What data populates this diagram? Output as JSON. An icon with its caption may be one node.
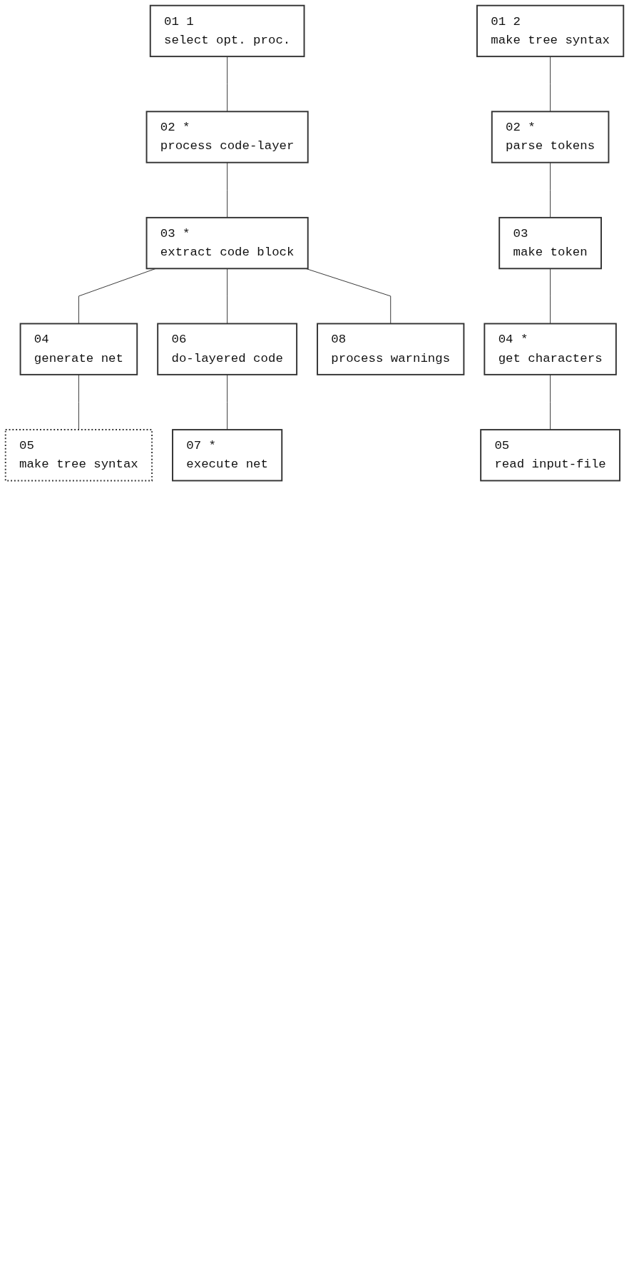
{
  "diagram": {
    "nodes": [
      {
        "text": [
          "01",
          "1",
          "select opt. proc."
        ]
      },
      {
        "text": [
          "02",
          "*",
          "process code-layer"
        ]
      },
      {
        "text": [
          "03",
          "*",
          "extract code block"
        ]
      },
      {
        "text": [
          "04",
          "generate net"
        ]
      },
      {
        "text": [
          "06",
          "do-layered code"
        ]
      },
      {
        "text": [
          "08",
          "process warnings"
        ]
      },
      {
        "text": [
          "05",
          "make tree syntax"
        ]
      },
      {
        "text": [
          "07",
          "*",
          "execute net"
        ]
      },
      {
        "text": [
          "01",
          "2",
          "make tree syntax"
        ]
      },
      {
        "text": [
          "02",
          "*",
          "parse tokens"
        ]
      },
      {
        "text": [
          "03",
          "make token"
        ]
      },
      {
        "text": [
          "04",
          "*",
          "get characters"
        ]
      },
      {
        "text": [
          "05",
          "read input-file"
        ]
      }
    ],
    "edges": [
      {
        "from": 0,
        "to": 1,
        "arrow": "none"
      },
      {
        "from": 1,
        "to": 2,
        "arrow": "none"
      },
      {
        "from": 2,
        "to": 3,
        "arrow": "none"
      },
      {
        "from": 2,
        "to": 4,
        "arrow": "none"
      },
      {
        "from": 2,
        "to": 5,
        "arrow": "none"
      },
      {
        "from": 3,
        "to": 6,
        "arrow": "none"
      },
      {
        "from": 4,
        "to": 7,
        "arrow": "none"
      },
      {
        "from": 8,
        "to": 9,
        "arrow": "none"
      },
      {
        "from": 9,
        "to": 10,
        "arrow": "none"
      },
      {
        "from": 10,
        "to": 11,
        "arrow": "none"
      },
      {
        "from": 11,
        "to": 12,
        "arrow": "none"
      }
    ]
  }
}
